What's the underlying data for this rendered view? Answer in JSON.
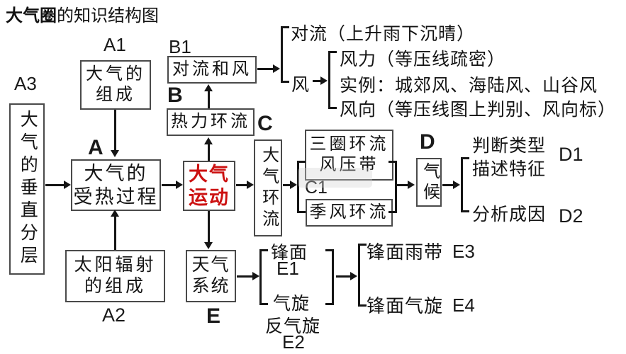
{
  "title": {
    "emphasis": "大气圈",
    "rest": "的知识结构图"
  },
  "colors": {
    "accent_red": "#cc1111",
    "line": "#151515",
    "box_border": "#4a4a4a"
  },
  "nodes": {
    "a3": {
      "label": "A3",
      "text": "大气的垂直分层"
    },
    "a1": {
      "label": "A1",
      "line1": "大气的",
      "line2": "组成"
    },
    "a": {
      "label": "A",
      "line1": "大气的",
      "line2": "受热过程"
    },
    "a2": {
      "label": "A2",
      "line1": "太阳辐射",
      "line2": "的组成"
    },
    "b1": {
      "label": "B1",
      "text": "对流和风"
    },
    "b": {
      "label": "B",
      "text": "热力环流"
    },
    "motion": {
      "line1": "大气",
      "line2": "运动"
    },
    "c": {
      "label": "C",
      "text": "大气环流"
    },
    "c1": {
      "label": "C1",
      "circulation_line1": "三圈环流",
      "circulation_line2": "风压带",
      "monsoon": "季风环流"
    },
    "d": {
      "label": "D",
      "text": "气候"
    },
    "e": {
      "label": "E",
      "line1": "天气",
      "line2": "系统"
    }
  },
  "branches": {
    "convection_wind": {
      "convection": "对流（上升雨下沉晴）",
      "wind": "风",
      "items": [
        "风力（等压线疏密）",
        "实例：城郊风、海陆风、山谷风",
        "风向（等压线图上判别、风向标）"
      ]
    },
    "climate": {
      "item1": "判断类型",
      "item2": "描述特征",
      "label1": "D1",
      "item3": "分析成因",
      "label2": "D2"
    },
    "weather": {
      "front": "锋面",
      "front_label": "E1",
      "cyclone": "气旋",
      "anticyclone": "反气旋",
      "cyclone_label": "E2",
      "rain_band": "锋面雨带",
      "rain_band_label": "E3",
      "front_cyclone": "锋面气旋",
      "front_cyclone_label": "E4"
    }
  }
}
